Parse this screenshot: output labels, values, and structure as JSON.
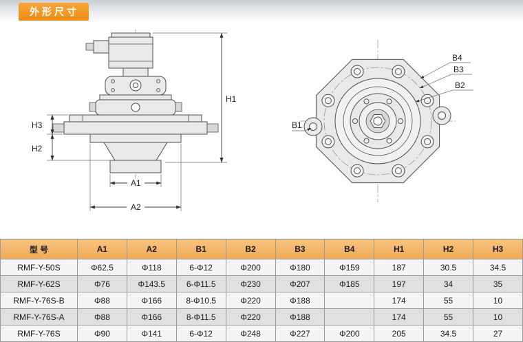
{
  "page": {
    "title": "外形尺寸"
  },
  "drawing": {
    "side_view_labels": {
      "H1": "H1",
      "H2": "H2",
      "H3": "H3",
      "A1": "A1",
      "A2": "A2"
    },
    "top_view_labels": {
      "B1": "B1",
      "B2": "B2",
      "B3": "B3",
      "B4": "B4"
    }
  },
  "table": {
    "columns": [
      "型  号",
      "A1",
      "A2",
      "B1",
      "B2",
      "B3",
      "B4",
      "H1",
      "H2",
      "H3"
    ],
    "rows": [
      [
        "RMF-Y-50S",
        "Φ62.5",
        "Φ118",
        "6-Φ12",
        "Φ200",
        "Φ180",
        "Φ159",
        "187",
        "30.5",
        "34.5"
      ],
      [
        "RMF-Y-62S",
        "Φ76",
        "Φ143.5",
        "6-Φ11.5",
        "Φ230",
        "Φ207",
        "Φ185",
        "197",
        "34",
        "35"
      ],
      [
        "RMF-Y-76S-B",
        "Φ88",
        "Φ166",
        "8-Φ10.5",
        "Φ220",
        "Φ188",
        "",
        "174",
        "55",
        "10"
      ],
      [
        "RMF-Y-76S-A",
        "Φ88",
        "Φ166",
        "8-Φ11.5",
        "Φ220",
        "Φ188",
        "",
        "174",
        "55",
        "10"
      ],
      [
        "RMF-Y-76S",
        "Φ90",
        "Φ141",
        "6-Φ12",
        "Φ248",
        "Φ227",
        "Φ200",
        "205",
        "34.5",
        "27"
      ]
    ]
  }
}
